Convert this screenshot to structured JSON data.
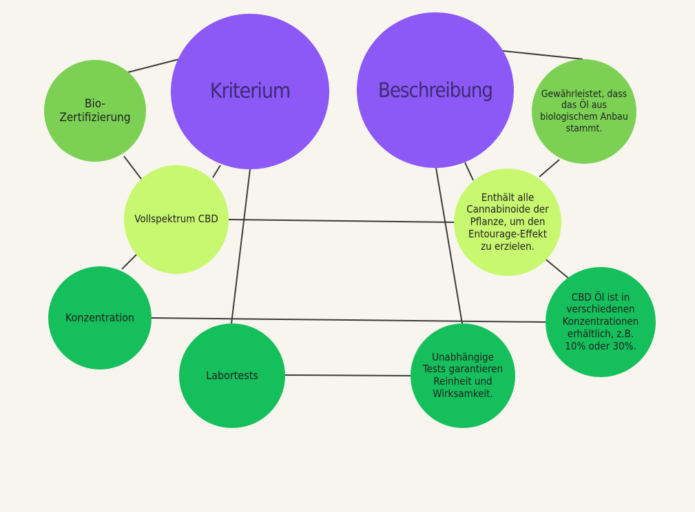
{
  "diagram": {
    "headers": {
      "criterion": "Kriterium",
      "description": "Beschreibung"
    },
    "rows": [
      {
        "criterion": "Bio-Zertifizierung",
        "description": "Gewährleistet, dass das Öl aus biologischem Anbau stammt."
      },
      {
        "criterion": "Vollspektrum CBD",
        "description": "Enthält alle Cannabinoide der Pflanze, um den Entourage-Effekt zu erzielen."
      },
      {
        "criterion": "Konzentration",
        "description": "CBD Öl ist in verschiedenen Konzentrationen erhältlich, z.B. 10% oder 30%."
      },
      {
        "criterion": "Labortests",
        "description": "Unabhängige Tests garantieren Reinheit und Wirksamkeit."
      }
    ],
    "colors": {
      "background": "#f8f5ee",
      "header_purple": "#8c59f7",
      "bio_green": "#7cd155",
      "lime_green": "#c8f770",
      "dark_green": "#15bf5c",
      "connector": "#3a3a3a"
    }
  }
}
